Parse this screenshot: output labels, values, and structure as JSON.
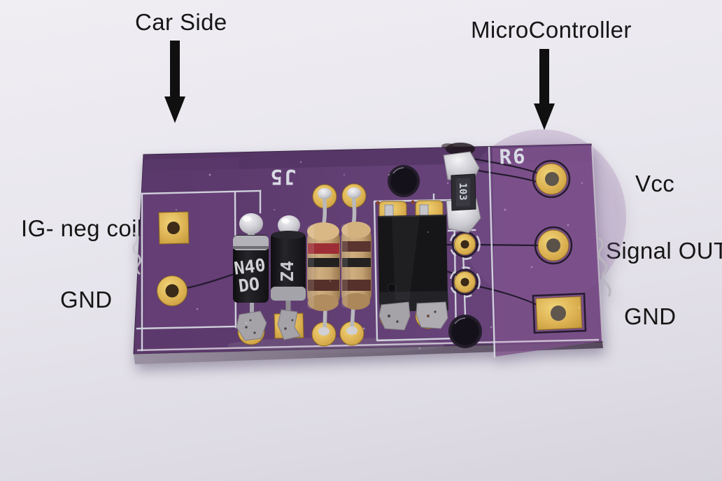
{
  "scene_description": "Photo of a purple optocoupler breakout PCB on light background with hand-added black labels and arrows",
  "annotations": {
    "car_side": "Car Side",
    "microcontroller": "MicroController"
  },
  "pins": {
    "left": [
      {
        "name": "ig-neg-coil",
        "label": "IG- neg coil"
      },
      {
        "name": "gnd-left",
        "label": "GND"
      }
    ],
    "right": [
      {
        "name": "vcc",
        "label": "Vcc"
      },
      {
        "name": "signal-out",
        "label": "Signal OUT"
      },
      {
        "name": "gnd-right",
        "label": "GND"
      }
    ]
  },
  "board": {
    "silkscreen": {
      "connector_ref": "J5",
      "resistor_ref": "R6"
    },
    "markings": {
      "diode1_line1": "N40",
      "diode1_line2": "DO",
      "diode2": "Z4",
      "smd_resistor": "103"
    },
    "colors": {
      "soldermask": "#5f3b6f",
      "soldermask_light": "#7c5189",
      "silkscreen": "#d8dbe4",
      "pad_gold": "#d9af4e",
      "annotation_text": "#161616",
      "background": "#e9e7ee"
    }
  }
}
